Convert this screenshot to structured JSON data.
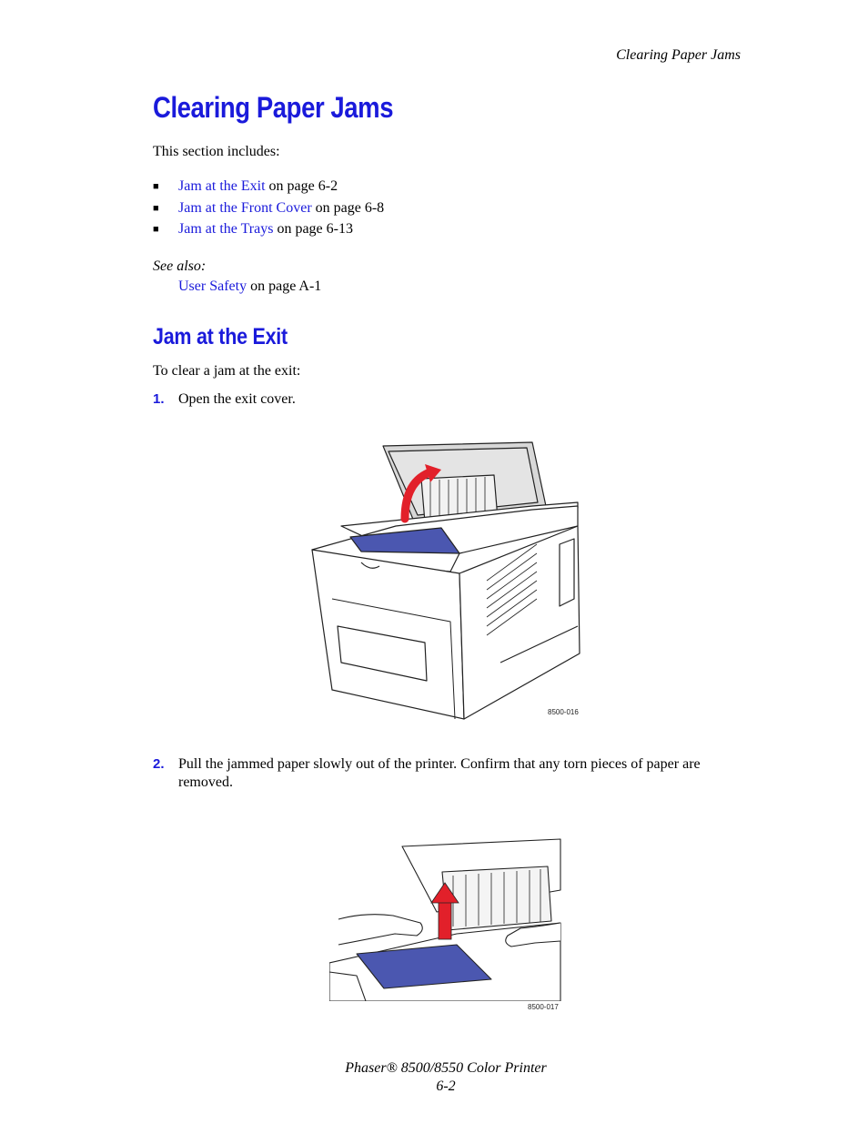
{
  "header": {
    "running_title": "Clearing Paper Jams"
  },
  "section": {
    "title": "Clearing Paper Jams",
    "intro": "This section includes:",
    "links": [
      {
        "label": "Jam at the Exit",
        "suffix": " on page 6-2"
      },
      {
        "label": "Jam at the Front Cover",
        "suffix": " on page 6-8"
      },
      {
        "label": "Jam at the Trays",
        "suffix": " on page 6-13"
      }
    ],
    "see_also": {
      "label": "See also:",
      "link": "User Safety",
      "suffix": " on page A-1"
    }
  },
  "subsection": {
    "title": "Jam at the Exit",
    "intro": "To clear a jam at the exit:",
    "steps": [
      {
        "number": "1.",
        "text": "Open the exit cover."
      },
      {
        "number": "2.",
        "text": "Pull the jammed paper slowly out of the printer. Confirm that any torn pieces of paper are removed."
      }
    ]
  },
  "figures": [
    {
      "id_label": "8500-016"
    },
    {
      "id_label": "8500-017"
    }
  ],
  "footer": {
    "product": "Phaser® 8500/8550 Color Printer",
    "page": "6-2"
  },
  "colors": {
    "heading": "#1a1adb",
    "link": "#1a1adb",
    "arrow": "#e2202a",
    "panel": "#4b57b0"
  }
}
